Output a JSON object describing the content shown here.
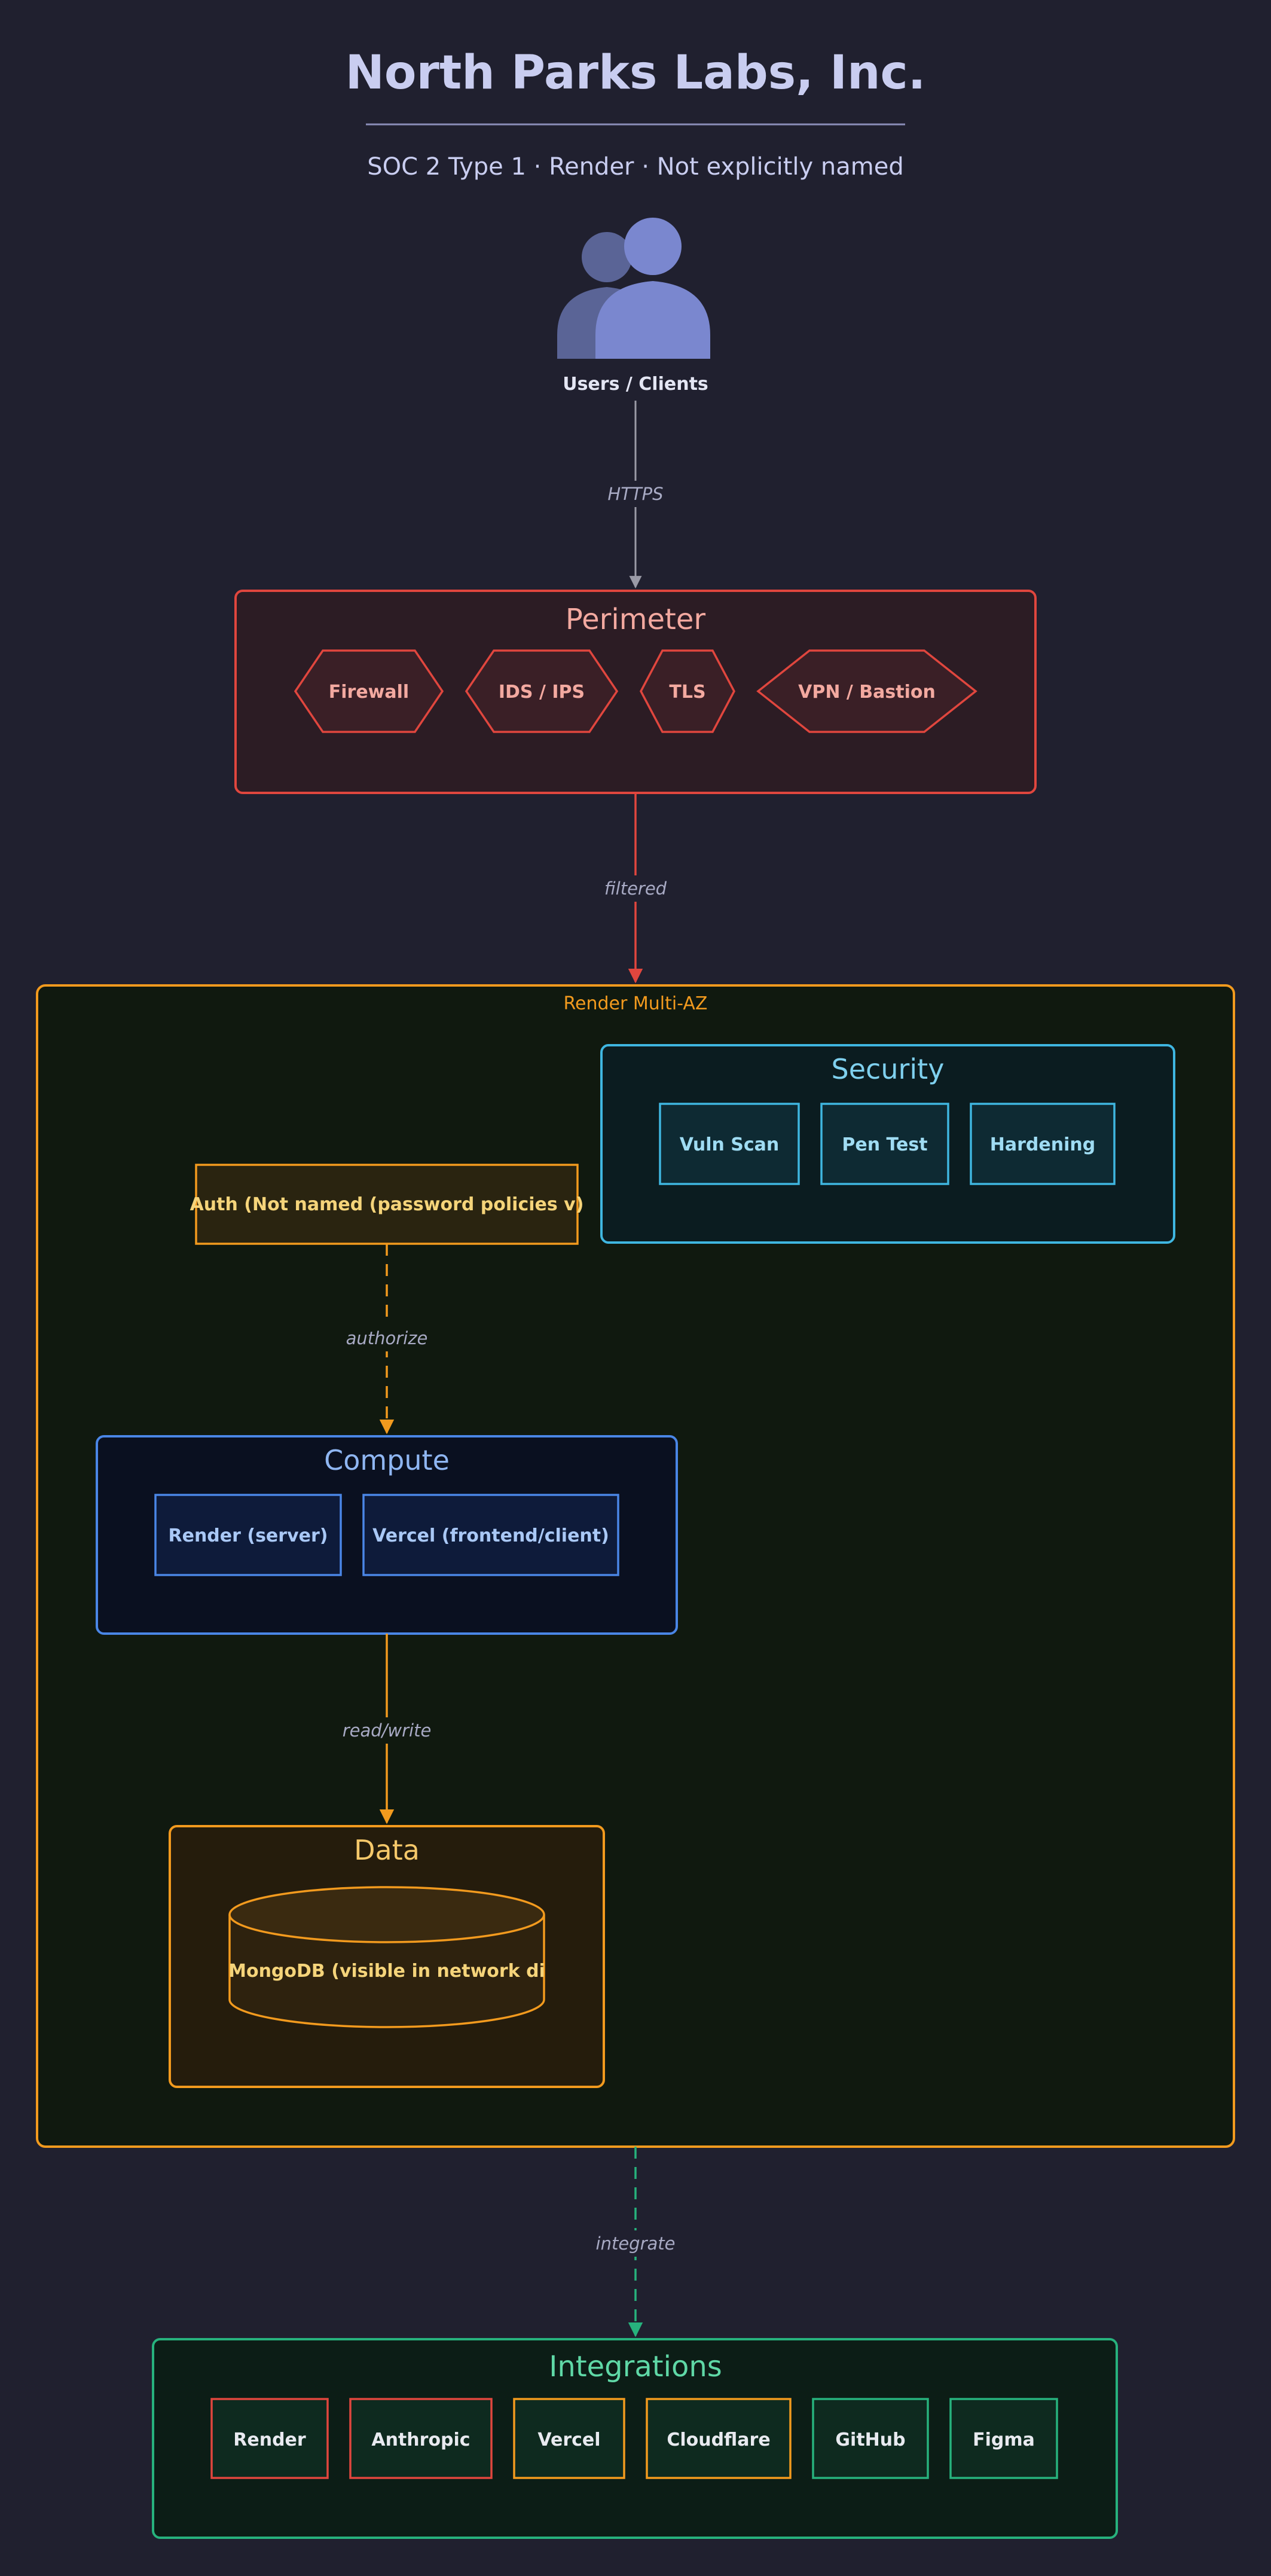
{
  "header": {
    "title": "North Parks Labs, Inc.",
    "subtitle": "SOC 2 Type 1 · Render · Not explicitly named"
  },
  "users": {
    "label": "Users / Clients",
    "icon": "users-icon"
  },
  "edges": {
    "https": "HTTPS",
    "filtered": "filtered",
    "authorize": "authorize",
    "read_write": "read/write",
    "integrate": "integrate"
  },
  "perimeter": {
    "title": "Perimeter",
    "items": [
      "Firewall",
      "IDS / IPS",
      "TLS",
      "VPN / Bastion"
    ]
  },
  "cloud": {
    "label": "Render Multi-AZ"
  },
  "security": {
    "title": "Security",
    "items": [
      "Vuln Scan",
      "Pen Test",
      "Hardening"
    ]
  },
  "auth": {
    "label": "Auth (Not named (password policies v)"
  },
  "compute": {
    "title": "Compute",
    "items": [
      "Render (server)",
      "Vercel (frontend/client)"
    ]
  },
  "data_zone": {
    "title": "Data",
    "db_label": "MongoDB (visible in network di"
  },
  "integrations": {
    "title": "Integrations",
    "items": [
      "Render",
      "Anthropic",
      "Vercel",
      "Cloudflare",
      "GitHub",
      "Figma"
    ]
  },
  "colors": {
    "background": "#20202f",
    "perimeter": "#e0463e",
    "cloud": "#f29a1e",
    "security": "#3fb6e0",
    "compute": "#4a86e6",
    "data": "#f29a1e",
    "integrations": "#27b27d"
  }
}
